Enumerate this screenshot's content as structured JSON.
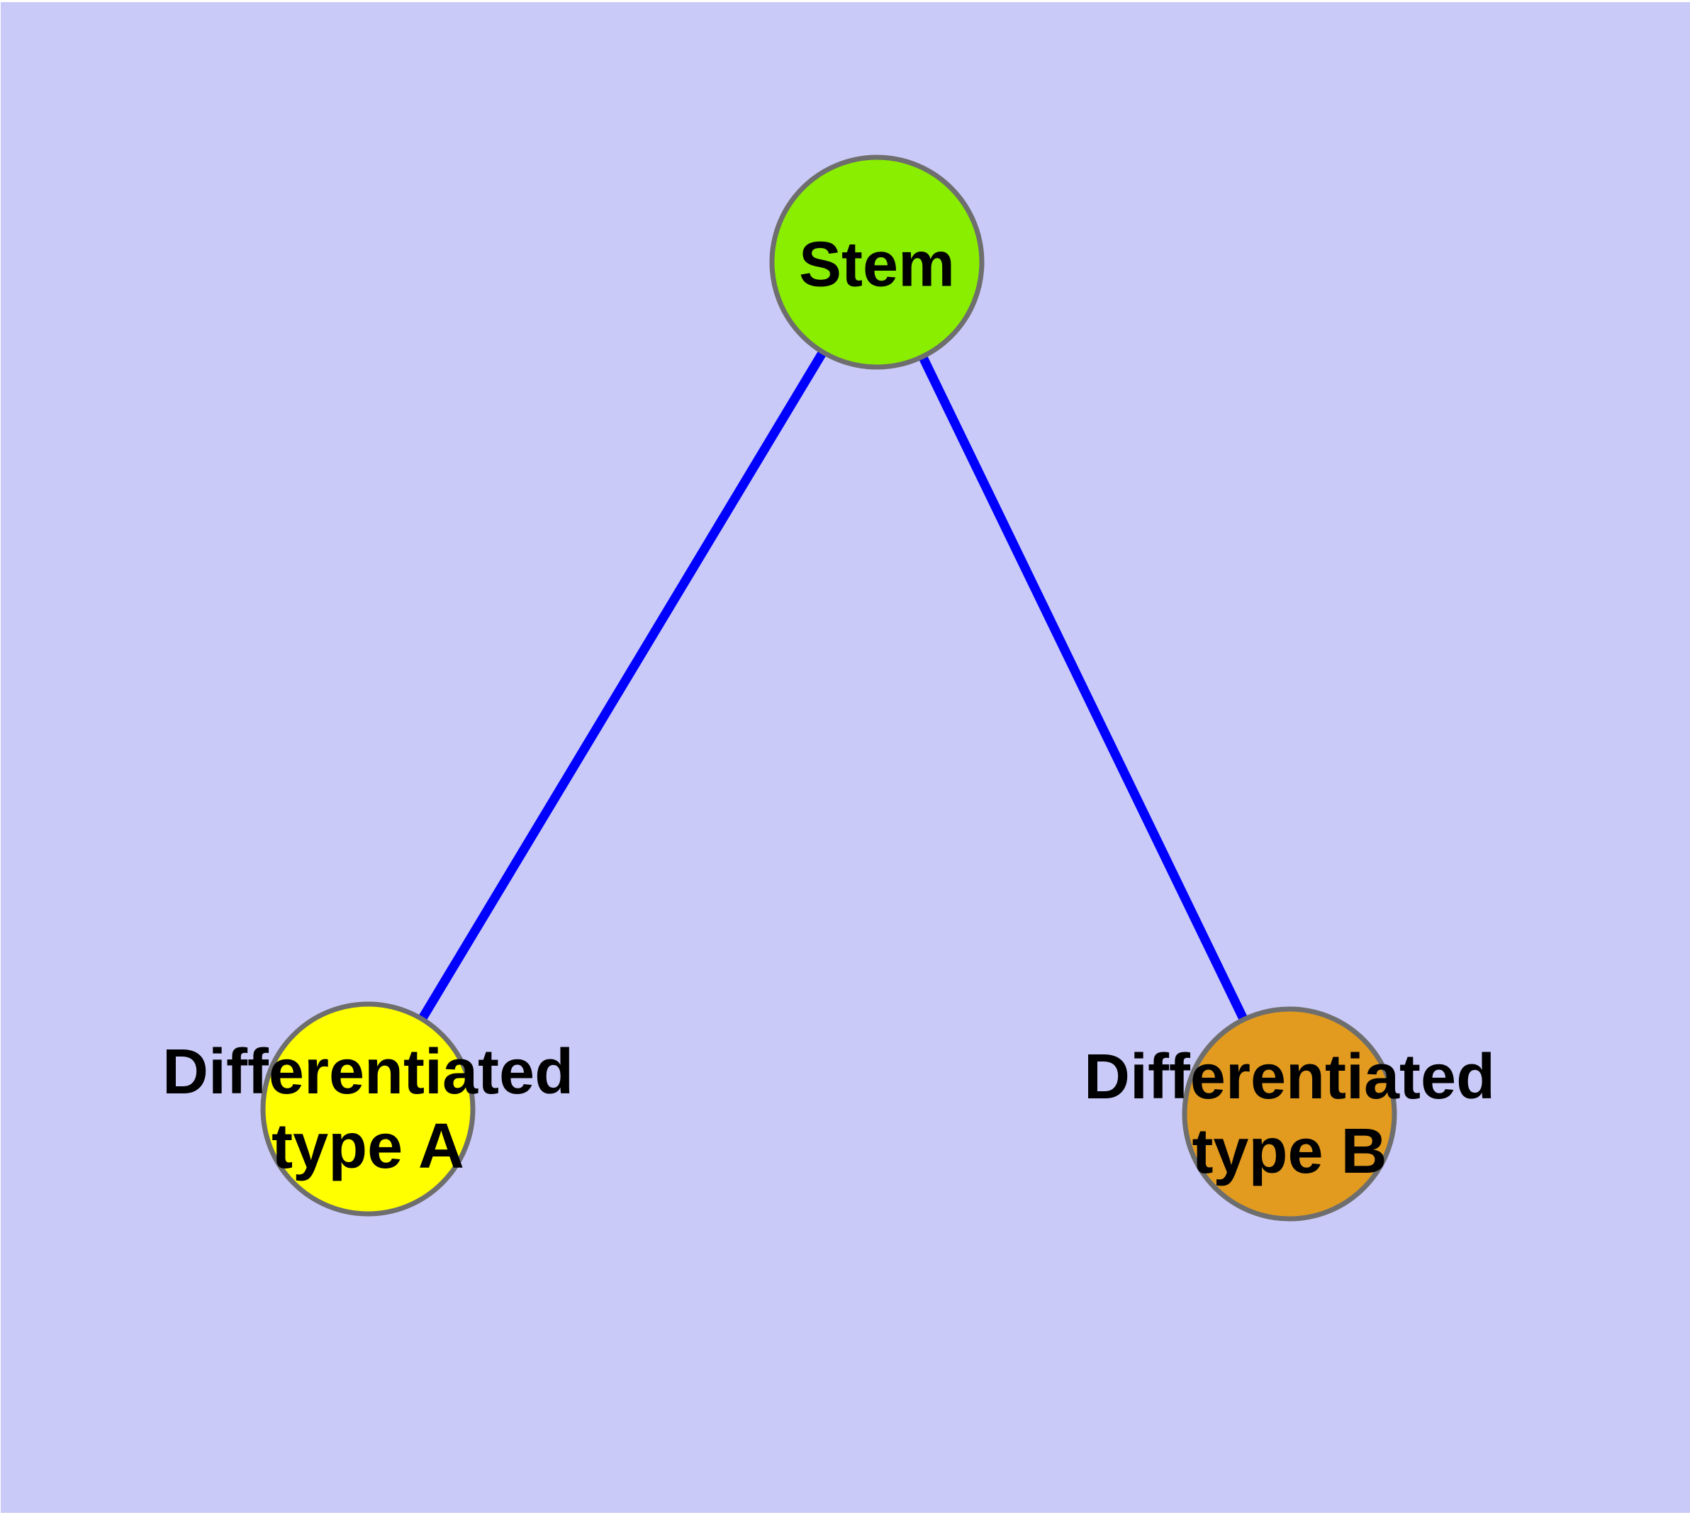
{
  "colors": {
    "background": "#CACAF8",
    "frame": "#FFFFFF",
    "edge": "#0000FF",
    "node_border": "#6E6E6E",
    "label_text": "#000000"
  },
  "nodes": [
    {
      "id": "stem",
      "label": "Stem",
      "fill": "#8AEE00"
    },
    {
      "id": "diff-a",
      "line1": "Differentiated",
      "line2": "type A",
      "fill": "#FFFF00"
    },
    {
      "id": "diff-b",
      "line1": "Differentiated",
      "line2": "type B",
      "fill": "#E29B1E"
    }
  ],
  "edges": [
    {
      "from": "stem",
      "to": "diff-a"
    },
    {
      "from": "stem",
      "to": "diff-b"
    }
  ]
}
